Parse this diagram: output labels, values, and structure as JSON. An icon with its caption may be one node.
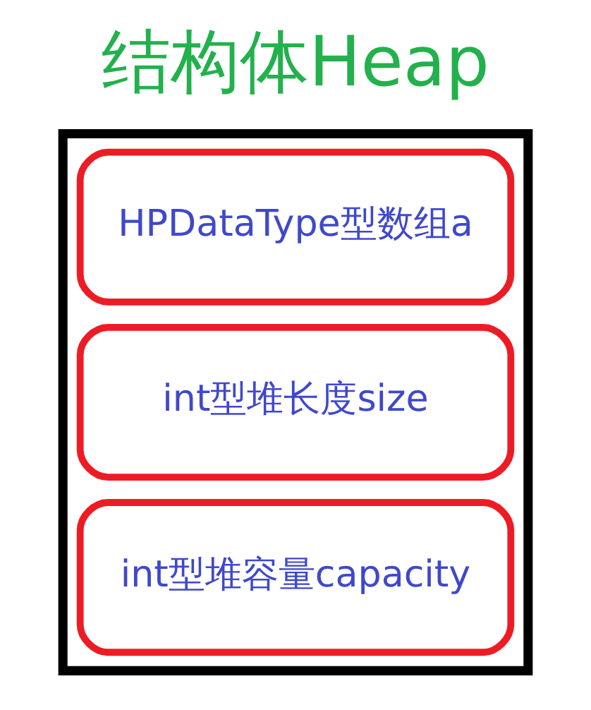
{
  "diagram": {
    "title": "结构体Heap",
    "nodes": [
      {
        "text": [],
        "shape": "box"
      },
      {
        "text": [
          "HPDataType型数组a"
        ],
        "in": 0
      },
      {
        "text": [
          "int型堆长度size"
        ],
        "in": 0
      },
      {
        "text": [
          "int型堆容量capacity"
        ],
        "in": 0
      }
    ]
  }
}
